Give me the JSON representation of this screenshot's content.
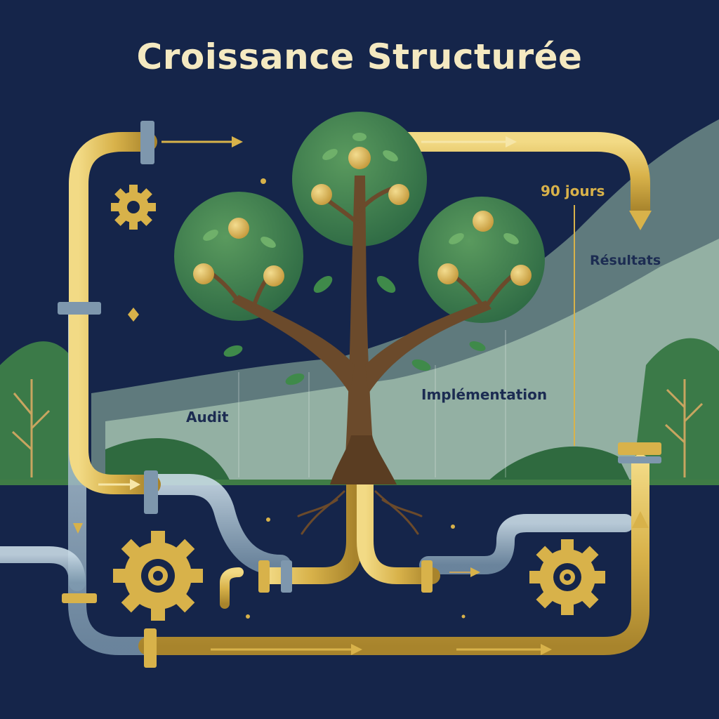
{
  "title": "Croissance Structurée",
  "labels": {
    "audit": "Audit",
    "implementation": "Implémentation",
    "resultats": "Résultats",
    "jours": "90 jours"
  },
  "colors": {
    "background": "#15254a",
    "title": "#f4e9c1",
    "gold": "#d8b24a",
    "glass": "#9fb7c9",
    "hills": "#a9c9b1",
    "foliage": "#3d7a4a",
    "trunk": "#6b4a2b",
    "fruit": "#dcb85a"
  },
  "icons": [
    "gear-icon",
    "arrow-icon",
    "tree-icon",
    "apple-icon",
    "pipe-icon"
  ]
}
